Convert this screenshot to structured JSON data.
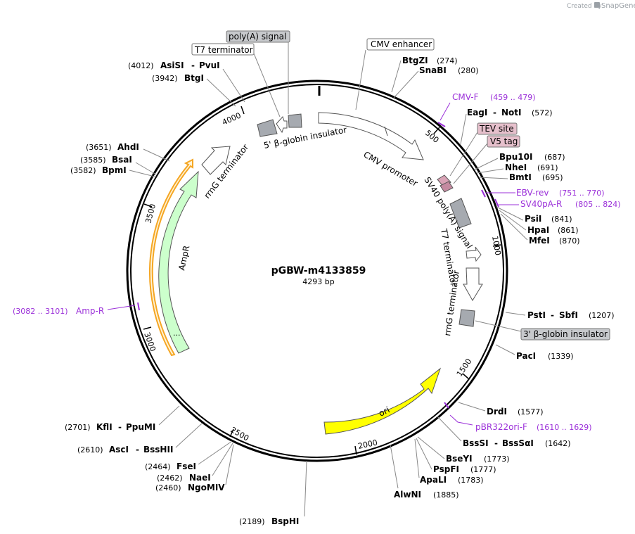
{
  "credit": {
    "created_by": "Created by",
    "brand": "SnapGene"
  },
  "plasmid": {
    "name": "pGBW-m4133859",
    "size": "4293 bp"
  },
  "ticks": [
    "500",
    "1000",
    "1500",
    "2000",
    "2500",
    "3000",
    "3500",
    "4000"
  ],
  "features": {
    "cmv_enhancer": "CMV enhancer",
    "polya_signal_top": "poly(A) signal",
    "t7_terminator_top": "T7 terminator",
    "beta_globin_5": "5' β-globin insulator",
    "cmv_promoter": "CMV promoter",
    "sv40_polya": "SV40 poly(A) signal",
    "t7_terminator": "T7 terminator",
    "rrng_terminator_right": "rrnG terminator",
    "rrng_terminator_left": "rrnG terminator",
    "ampr": "AmpR",
    "ori": "ori",
    "tev_site": "TEV site",
    "v5_tag": "V5 tag",
    "beta_globin_3": "3' β-globin insulator"
  },
  "enzymes_right": [
    {
      "name": "BtgZI",
      "pos": "(274)"
    },
    {
      "name": "SnaBI",
      "pos": "(280)"
    },
    {
      "name": "EagI",
      "sep": "-",
      "name2": "NotI",
      "pos": "(572)"
    },
    {
      "name": "Bpu10I",
      "pos": "(687)"
    },
    {
      "name": "NheI",
      "pos": "(691)"
    },
    {
      "name": "BmtI",
      "pos": "(695)"
    },
    {
      "name": "PsiI",
      "pos": "(841)"
    },
    {
      "name": "HpaI",
      "pos": "(861)"
    },
    {
      "name": "MfeI",
      "pos": "(870)"
    },
    {
      "name": "PstI",
      "sep": "-",
      "name2": "SbfI",
      "pos": "(1207)"
    },
    {
      "name": "PacI",
      "pos": "(1339)"
    },
    {
      "name": "DrdI",
      "pos": "(1577)"
    },
    {
      "name": "BssSI",
      "sep": "-",
      "name2": "BssSαI",
      "pos": "(1642)"
    },
    {
      "name": "BseYI",
      "pos": "(1773)"
    },
    {
      "name": "PspFI",
      "pos": "(1777)"
    },
    {
      "name": "ApaLI",
      "pos": "(1783)"
    },
    {
      "name": "AlwNI",
      "pos": "(1885)"
    }
  ],
  "enzymes_left": [
    {
      "pos": "(4012)",
      "name": "AsiSI",
      "sep": "-",
      "name2": "PvuI"
    },
    {
      "pos": "(3942)",
      "name": "BtgI"
    },
    {
      "pos": "(3651)",
      "name": "AhdI"
    },
    {
      "pos": "(3585)",
      "name": "BsaI"
    },
    {
      "pos": "(3582)",
      "name": "BpmI"
    },
    {
      "pos": "(2701)",
      "name": "KflI",
      "sep": "-",
      "name2": "PpuMI"
    },
    {
      "pos": "(2610)",
      "name": "AscI",
      "sep": "-",
      "name2": "BssHII"
    },
    {
      "pos": "(2464)",
      "name": "FseI"
    },
    {
      "pos": "(2462)",
      "name": "NaeI"
    },
    {
      "pos": "(2460)",
      "name": "NgoMIV"
    },
    {
      "pos": "(2189)",
      "name": "BspHI"
    }
  ],
  "primers": [
    {
      "name": "CMV-F",
      "range": "(459 .. 479)"
    },
    {
      "name": "EBV-rev",
      "range": "(751 .. 770)"
    },
    {
      "name": "SV40pA-R",
      "range": "(805 .. 824)"
    },
    {
      "name": "pBR322ori-F",
      "range": "(1610 .. 1629)"
    },
    {
      "name": "Amp-R",
      "range": "(3082 .. 3101)"
    }
  ],
  "colors": {
    "ampr": "#ccffcc",
    "ampr_promoter_outline": "#f5a623",
    "ori": "#ffff00",
    "insulator": "#a6aab0",
    "tag": "#d9a3b6",
    "primer": "#9b30d9",
    "arrow_white": "#ffffff"
  }
}
